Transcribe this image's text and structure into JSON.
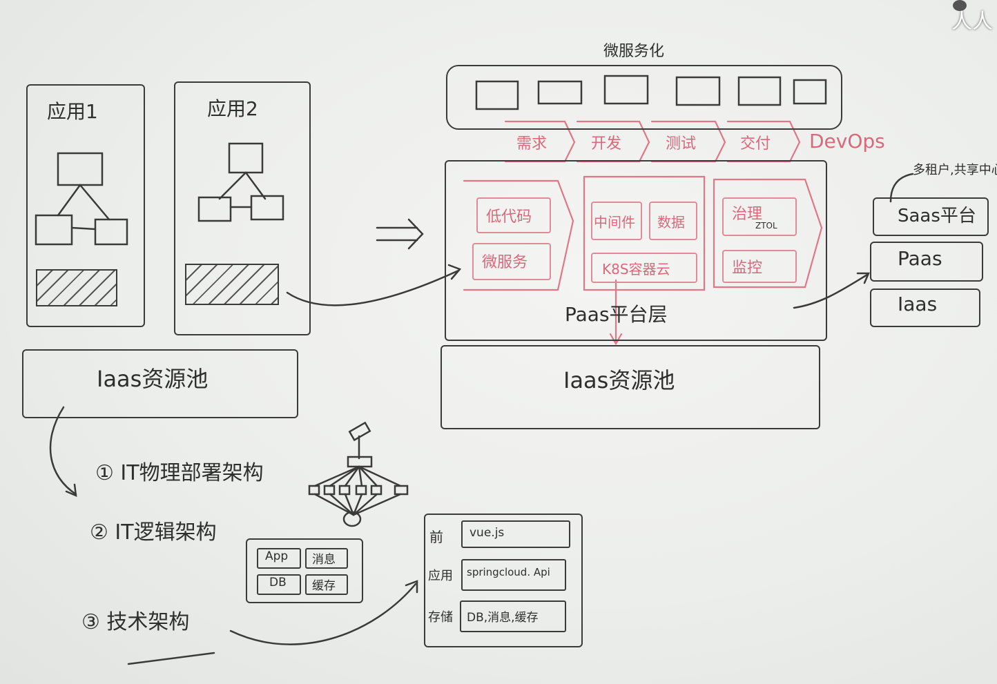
{
  "left_architecture": {
    "app1_title": "应用1",
    "app2_title": "应用2",
    "iaas_pool_label": "Iaas资源池"
  },
  "right_architecture": {
    "microservice_label": "微服务化",
    "devops_stages": [
      "需求",
      "开发",
      "测试",
      "交付"
    ],
    "devops_label": "DevOps",
    "platform_cells": {
      "lowcode": "低代码",
      "microservice": "微服务",
      "middleware": "中间件",
      "data": "数据",
      "k8s": "K8S容器云",
      "management": "治理",
      "management_sub": "ZTOL",
      "monitoring": "监控"
    },
    "paas_layer_label": "Paas平台层",
    "iaas_pool_label": "Iaas资源池"
  },
  "service_stack": {
    "note": "多租户,共享中心",
    "saas": "Saas平台",
    "paas": "Paas",
    "iaas": "Iaas"
  },
  "it_architecture": {
    "item1": "① IT物理部署架构",
    "item2": "② IT逻辑架构",
    "item3": "③ 技术架构",
    "logic_cells": [
      "App",
      "消息",
      "DB",
      "缓存"
    ],
    "tech_rows": [
      {
        "label": "前",
        "value": "vue.js"
      },
      {
        "label": "应用",
        "value": "springcloud. Api"
      },
      {
        "label": "存储",
        "value": "DB,消息,缓存"
      }
    ]
  },
  "colors": {
    "ink": "#2e2e2e",
    "marker_red": "#d9687a"
  },
  "corner_text": "人人"
}
